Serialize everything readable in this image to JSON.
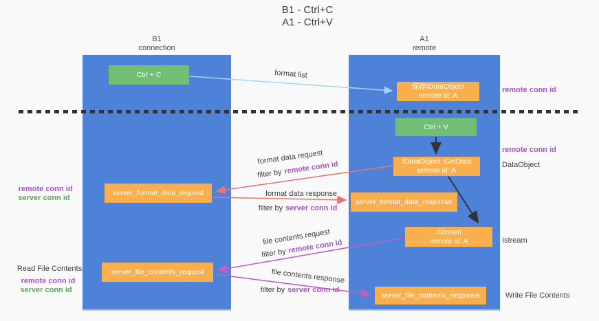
{
  "title": {
    "line1": "B1 - Ctrl+C",
    "line2": "A1 - Ctrl+V"
  },
  "lanes": {
    "left": {
      "name": "B1",
      "role": "connection"
    },
    "right": {
      "name": "A1",
      "role": "remote"
    }
  },
  "nodes": {
    "ctrl_c": {
      "label": "Ctrl + C"
    },
    "ctrl_v": {
      "label": "Ctrl + V"
    },
    "save_idataobject": {
      "line1": "保存IDataObject",
      "line2": "remote id: A"
    },
    "idataobject_getdata": {
      "line1": "IDataObject::GetData",
      "line2": "remote id: A"
    },
    "istream": {
      "line1": "IStream",
      "line2": "remote id: A"
    },
    "server_format_data_request": {
      "label": "server_format_data_request"
    },
    "server_format_data_response": {
      "label": "server_format_data_response"
    },
    "server_file_contents_request": {
      "label": "server_file_contents_request"
    },
    "server_file_contents_response": {
      "label": "server_file_contents_response"
    }
  },
  "edges": {
    "format_list": {
      "label": "format list"
    },
    "format_data_request": {
      "label": "format data request",
      "filter_prefix": "filter by",
      "filter_key": "remote conn id"
    },
    "format_data_response": {
      "label": "format data response",
      "filter_prefix": "filter by",
      "filter_key": "server conn id"
    },
    "file_contents_request": {
      "label": "file contents request",
      "filter_prefix": "filter by",
      "filter_key": "remote conn id"
    },
    "file_contents_response": {
      "label": "file contents response",
      "filter_prefix": "filter by",
      "filter_key": "server conn id"
    }
  },
  "side_labels": {
    "right_top": "remote conn id",
    "right_mid": "remote conn id",
    "right_dataobject": "DataObject",
    "right_istream": "Istream",
    "right_write_file": "Write File Contents",
    "left_top_remote": "remote conn id",
    "left_top_server": "server conn id",
    "left_read_file": "Read File Contents",
    "left_bottom_remote": "remote conn id",
    "left_bottom_server": "server conn id"
  },
  "colors": {
    "lane_blue": "#4e81d8",
    "node_orange": "#f9af4d",
    "node_green": "#72be74",
    "arrow_red": "#e8756f",
    "arrow_magenta": "#c25ec2",
    "arrow_light_blue": "#a9d3f0",
    "arrow_black": "#333333",
    "remote_conn_id_purple": "#a855c7",
    "server_conn_id_green": "#5aa85a"
  }
}
